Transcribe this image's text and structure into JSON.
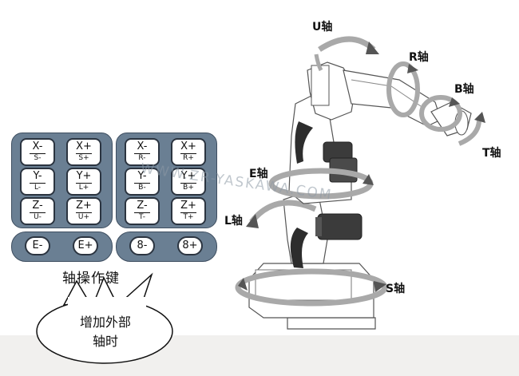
{
  "axis_keys_left": [
    {
      "top": "X-",
      "sub": "S-"
    },
    {
      "top": "X+",
      "sub": "S+"
    },
    {
      "top": "Y-",
      "sub": "L-"
    },
    {
      "top": "Y+",
      "sub": "L+"
    },
    {
      "top": "Z-",
      "sub": "U-"
    },
    {
      "top": "Z+",
      "sub": "U+"
    }
  ],
  "axis_keys_right": [
    {
      "top": "X-",
      "sub": "R-"
    },
    {
      "top": "X+",
      "sub": "R+"
    },
    {
      "top": "Y-",
      "sub": "B-"
    },
    {
      "top": "Y+",
      "sub": "B+"
    },
    {
      "top": "Z-",
      "sub": "T-"
    },
    {
      "top": "Z+",
      "sub": "T+"
    }
  ],
  "external_keys": [
    "E-",
    "E+",
    "8-",
    "8+"
  ],
  "caption": "轴操作键",
  "callout": {
    "line1": "增加外部",
    "line2": "轴时"
  },
  "axes": {
    "u": "U轴",
    "r": "R轴",
    "b": "B轴",
    "t": "T轴",
    "e": "E轴",
    "l": "L轴",
    "s": "S轴"
  },
  "watermark": "WWW.ZR-YASKAWA.COM",
  "colors": {
    "pad": "#6a7f93",
    "key_border": "#2b3440",
    "robot_fill": "#ffffff",
    "robot_stroke": "#555555",
    "arrow_fill": "#b9b9b9",
    "axis_joint": "#2d2d2d"
  }
}
